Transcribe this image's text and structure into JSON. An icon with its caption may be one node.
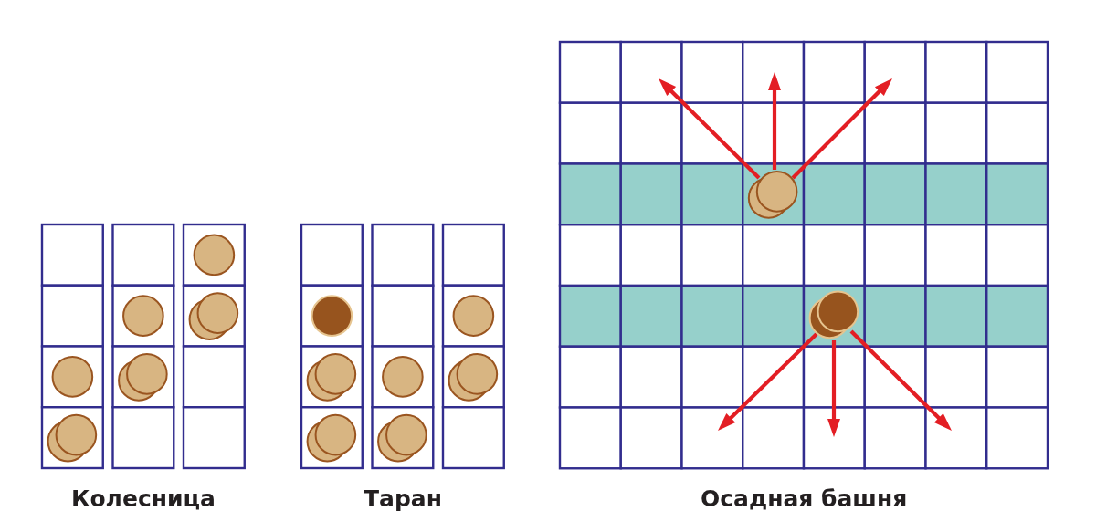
{
  "diagram": {
    "labels": [
      "Колесница",
      "Таран",
      "Осадная башня"
    ]
  }
}
